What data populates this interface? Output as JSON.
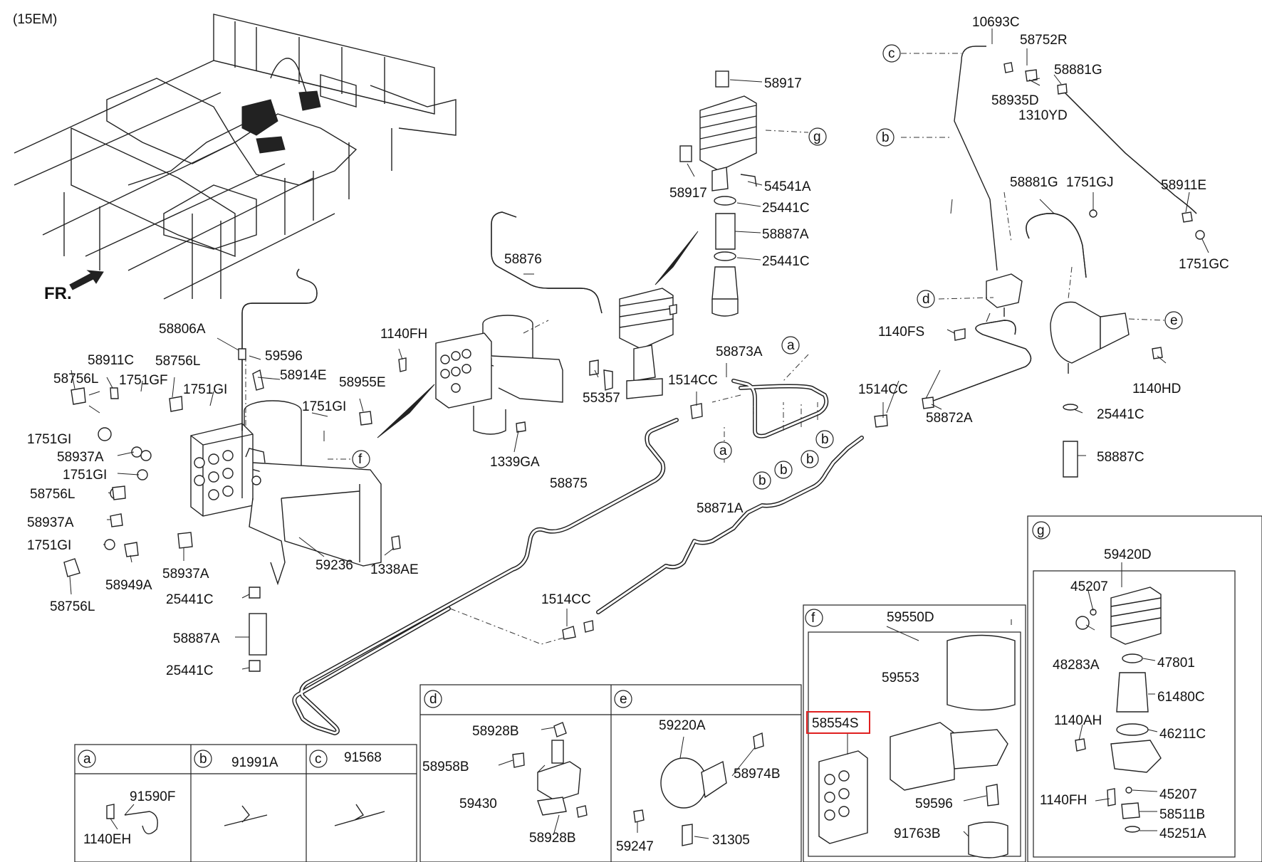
{
  "header": {
    "model_code": "(15EM)",
    "direction_label": "FR."
  },
  "callouts": {
    "10693C": "10693C",
    "58752R": "58752R",
    "58881G": "58881G",
    "58935D": "58935D",
    "1310YD": "1310YD",
    "58917": "58917",
    "54541A": "54541A",
    "25441C": "25441C",
    "58887A": "58887A",
    "58911E": "58911E",
    "1751GC": "1751GC",
    "1751GJ": "1751GJ",
    "1140FS": "1140FS",
    "1140HD": "1140HD",
    "58887C": "58887C",
    "58872A": "58872A",
    "1514CC": "1514CC",
    "58873A": "58873A",
    "58876": "58876",
    "1140FH": "1140FH",
    "55357": "55357",
    "1339GA": "1339GA",
    "58806A": "58806A",
    "59596": "59596",
    "58914E": "58914E",
    "58911C": "58911C",
    "58756L": "58756L",
    "1751GF": "1751GF",
    "1751GI": "1751GI",
    "58955E": "58955E",
    "58937A": "58937A",
    "58949A": "58949A",
    "59236": "59236",
    "1338AE": "1338AE",
    "58875": "58875",
    "58871A": "58871A",
    "59420D": "59420D",
    "45207": "45207",
    "48283A": "48283A",
    "47801": "47801",
    "61480C": "61480C",
    "1140AH": "1140AH",
    "46211C": "46211C",
    "58511B": "58511B",
    "45251A": "45251A",
    "59550D": "59550D",
    "59553": "59553",
    "58554S": "58554S",
    "91763B": "91763B",
    "58928B": "58928B",
    "58958B": "58958B",
    "59430": "59430",
    "59220A": "59220A",
    "58974B": "58974B",
    "59247": "59247",
    "31305": "31305",
    "91991A": "91991A",
    "91568": "91568",
    "91590F": "91590F",
    "1140EH": "1140EH"
  },
  "refs": {
    "a": "a",
    "b": "b",
    "c": "c",
    "d": "d",
    "e": "e",
    "f": "f",
    "g": "g"
  },
  "highlight": {
    "part": "58554S",
    "color": "#e02020"
  }
}
